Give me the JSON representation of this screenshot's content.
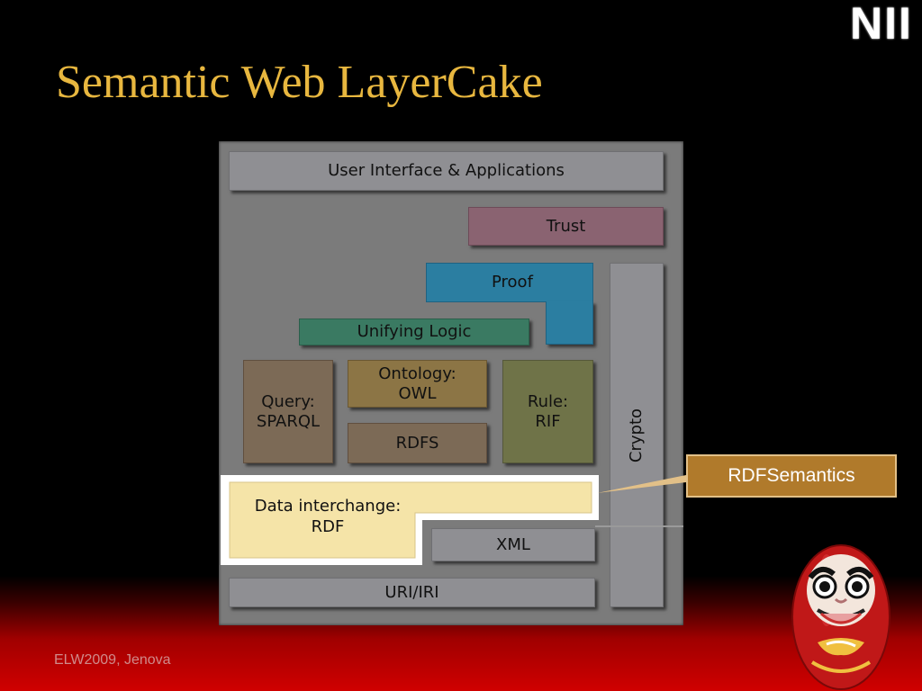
{
  "logo": "NII",
  "title": "Semantic Web LayerCake",
  "layers": {
    "ui": "User Interface & Applications",
    "trust": "Trust",
    "proof": "Proof",
    "logic": "Unifying Logic",
    "query": "Query:\nSPARQL",
    "ontology": "Ontology:\nOWL",
    "rule": "Rule:\nRIF",
    "rdfs": "RDFS",
    "crypto": "Crypto",
    "rdf": "Data interchange:\nRDF",
    "xml": "XML",
    "uri": "URI/IRI"
  },
  "callout": "RDFSemantics",
  "footer": "ELW2009, Jenova",
  "colors": {
    "title": "#e8b73f",
    "trust": "#8a6371",
    "proof": "#2b7ea1",
    "logic": "#3a7a62",
    "query": "#7c6a56",
    "ontology": "#8c7545",
    "rule": "#6f7348",
    "rdf": "#f5e4a8",
    "callout": "#b07a2b"
  }
}
